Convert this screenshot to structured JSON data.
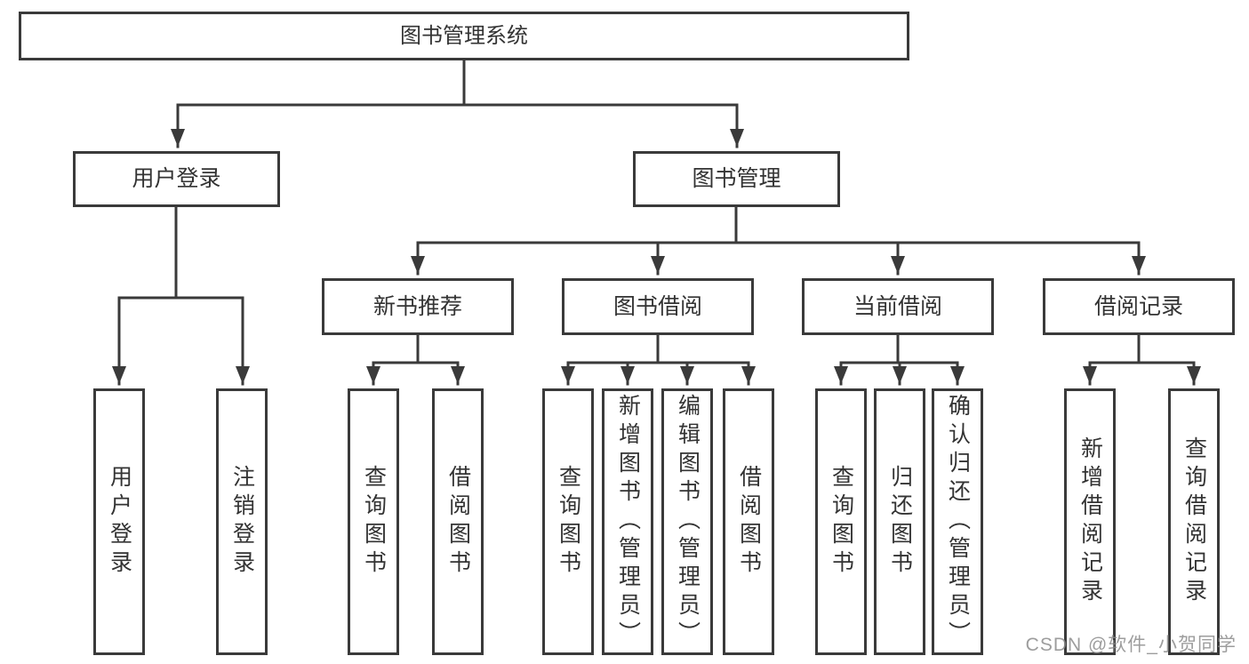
{
  "diagram": {
    "title": "图书管理系统",
    "line_color": "#3a3a3a",
    "text_color": "#333333",
    "box_fill": "#ffffff",
    "root": {
      "label": "图书管理系统"
    },
    "user_login_branch": {
      "label": "用户登录",
      "children": [
        "用户登录",
        "注销登录"
      ]
    },
    "book_management_branch": {
      "label": "图书管理",
      "sections": [
        {
          "label": "新书推荐",
          "children": [
            "查询图书",
            "借阅图书"
          ]
        },
        {
          "label": "图书借阅",
          "children": [
            "查询图书",
            "新增图书（管理员）",
            "编辑图书（管理员）",
            "借阅图书"
          ]
        },
        {
          "label": "当前借阅",
          "children": [
            "查询图书",
            "归还图书",
            "确认归还（管理员）"
          ]
        },
        {
          "label": "借阅记录",
          "children": [
            "新增借阅记录",
            "查询借阅记录"
          ]
        }
      ]
    }
  },
  "watermark": {
    "text": "CSDN @软件_小贺同学",
    "color": "#8c8c8c"
  }
}
